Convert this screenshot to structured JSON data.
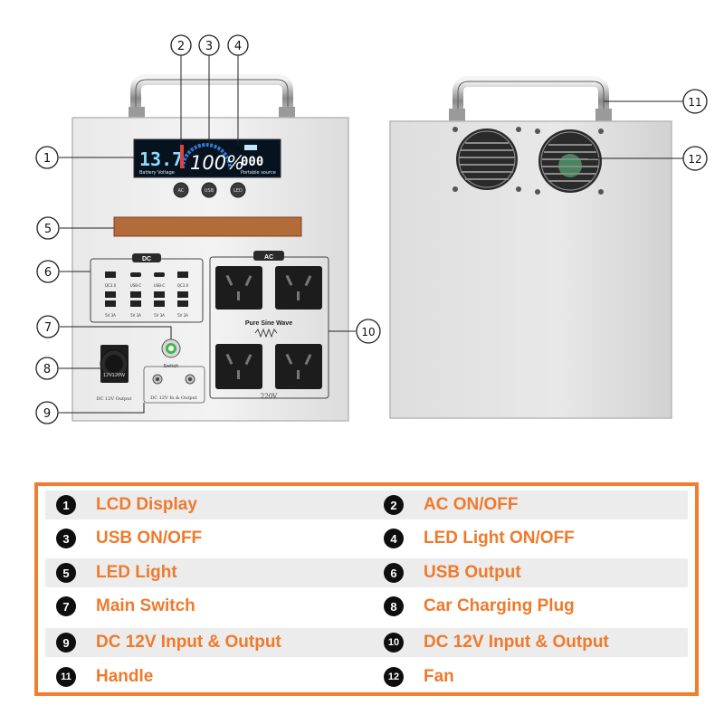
{
  "device_front": {
    "lcd": {
      "left_value": "13.7",
      "left_caption": "Battery Voltage",
      "center_value": "100%",
      "right_value": "000",
      "right_caption": "Portable source"
    },
    "buttons": [
      "AC",
      "USB",
      "LED"
    ],
    "dc_panel_label": "DC",
    "usb_ports": [
      {
        "label": "QC3.0",
        "rating": "5V 3A"
      },
      {
        "label": "USB-C",
        "rating": "5V 3A"
      },
      {
        "label": "USB-C",
        "rating": "5V 3A"
      },
      {
        "label": "QC3.0",
        "rating": "5V 3A"
      }
    ],
    "ac_panel_label": "AC",
    "ac_caption": "Pure Sine Wave",
    "ac_voltage": "220V",
    "switch_label": "Switch",
    "car_plug_label": "12V120W",
    "car_plug_caption": "DC 12V Output",
    "dc_io_caption": "DC 12V In & Output"
  },
  "callouts": [
    "1",
    "2",
    "3",
    "4",
    "5",
    "6",
    "7",
    "8",
    "9",
    "10",
    "11",
    "12"
  ],
  "legend": [
    {
      "num": "1",
      "text": "LCD Display"
    },
    {
      "num": "2",
      "text": "AC ON/OFF"
    },
    {
      "num": "3",
      "text": "USB ON/OFF"
    },
    {
      "num": "4",
      "text": "LED Light ON/OFF"
    },
    {
      "num": "5",
      "text": "LED Light"
    },
    {
      "num": "6",
      "text": "USB Output"
    },
    {
      "num": "7",
      "text": "Main Switch"
    },
    {
      "num": "8",
      "text": "Car Charging Plug"
    },
    {
      "num": "9",
      "text": "DC 12V Input & Output"
    },
    {
      "num": "10",
      "text": "DC 12V Input & Output"
    },
    {
      "num": "11",
      "text": "Handle"
    },
    {
      "num": "12",
      "text": "Fan"
    }
  ],
  "colors": {
    "accent": "#f07e2e",
    "led_bar": "#b36b3a",
    "lcd_digits": "#8fdcff"
  }
}
